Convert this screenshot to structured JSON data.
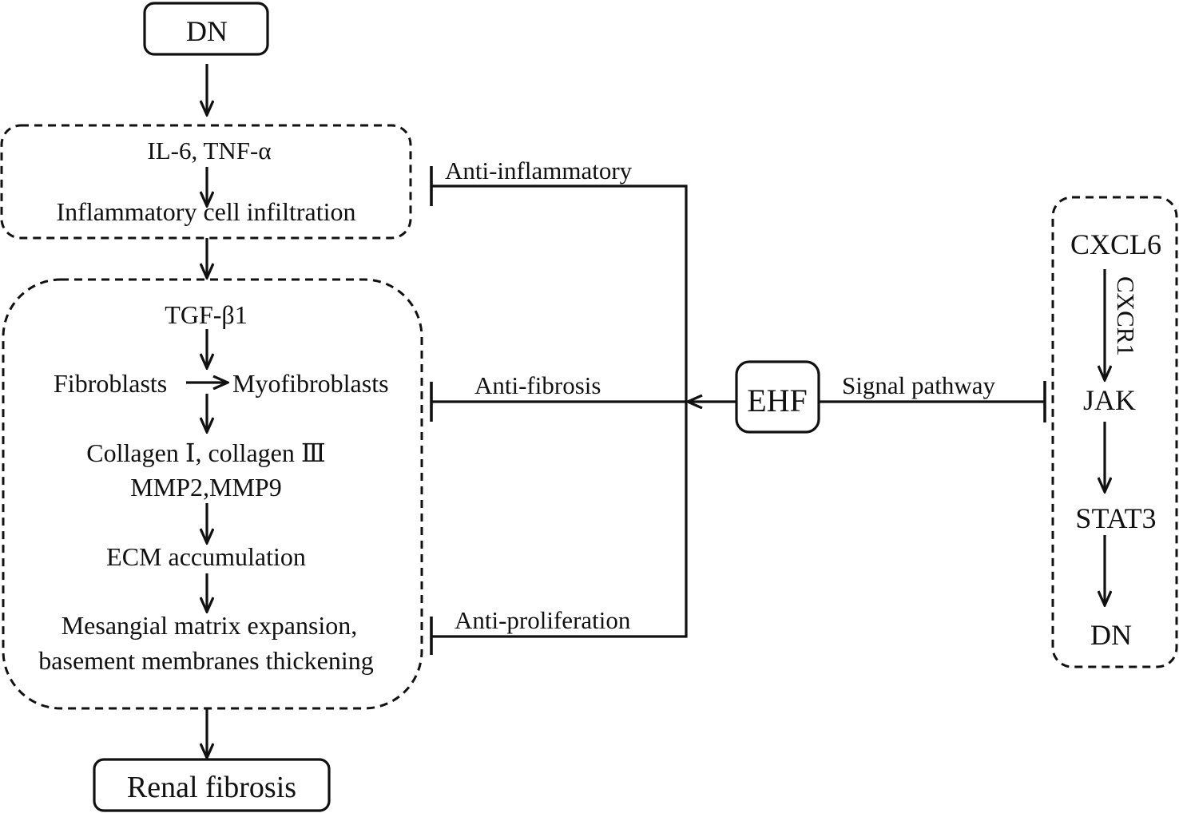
{
  "colors": {
    "line": "#111111",
    "background": "#ffffff"
  },
  "nodes": {
    "dn_top": "DN",
    "inflammation": {
      "cytokines": "IL-6, TNF-α",
      "infiltration": "Inflammatory cell infiltration"
    },
    "fibrosis": {
      "tgf": "TGF-β1",
      "fibroblasts": "Fibroblasts",
      "myofibroblasts": "Myofibroblasts",
      "collagen": "Collagen Ⅰ, collagen Ⅲ",
      "mmp": "MMP2,MMP9",
      "ecm": "ECM accumulation",
      "mesangial": "Mesangial matrix expansion,",
      "basement": "basement membranes thickening"
    },
    "renal_fibrosis": "Renal fibrosis",
    "ehf": "EHF",
    "pathway": {
      "cxcl6": "CXCL6",
      "cxcr1": "CXCR1",
      "jak": "JAK",
      "stat3": "STAT3",
      "dn": "DN"
    }
  },
  "effects": {
    "anti_inflammatory": "Anti-inflammatory",
    "anti_fibrosis": "Anti-fibrosis",
    "anti_proliferation": "Anti-proliferation",
    "signal_pathway": "Signal pathway"
  }
}
